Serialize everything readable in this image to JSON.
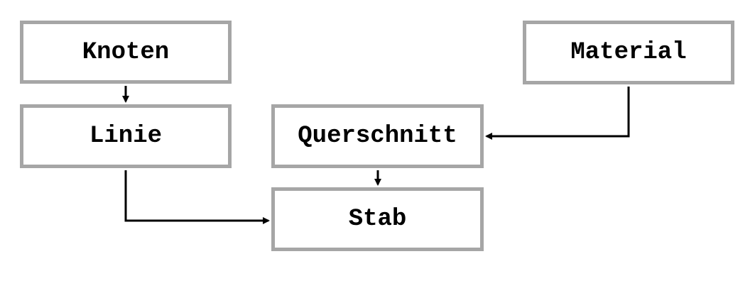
{
  "diagram": {
    "nodes": {
      "knoten": "Knoten",
      "linie": "Linie",
      "material": "Material",
      "querschnitt": "Querschnitt",
      "stab": "Stab"
    },
    "edges": [
      {
        "from": "knoten",
        "to": "linie"
      },
      {
        "from": "linie",
        "to": "stab"
      },
      {
        "from": "material",
        "to": "querschnitt"
      },
      {
        "from": "querschnitt",
        "to": "stab"
      }
    ],
    "colors": {
      "node_border": "#a6a6a6",
      "arrow": "#000000",
      "text": "#000000"
    }
  }
}
